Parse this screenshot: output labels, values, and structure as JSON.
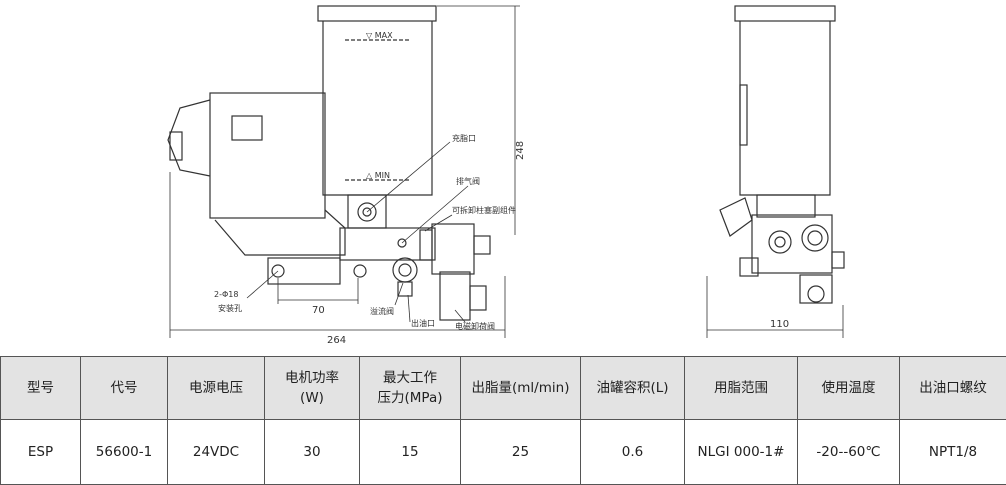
{
  "drawing": {
    "front": {
      "level_max": "▽ MAX",
      "level_min": "△ MIN",
      "dim_height": "248",
      "dim_width": "264",
      "dim_mount_spacing": "70",
      "callouts": {
        "fill_port": "充脂口",
        "vent_valve": "排气阀",
        "detachable_plunger": "可拆卸柱塞副组件",
        "mount_holes_spec": "2-Φ18",
        "mount_holes": "安装孔",
        "overflow_valve": "溢流阀",
        "outlet": "出油口",
        "solenoid_valve": "电磁卸荷阀"
      }
    },
    "side": {
      "dim_width": "110"
    }
  },
  "table": {
    "headers": [
      "型号",
      "代号",
      "电源电压",
      "电机功率\n(W)",
      "最大工作\n压力(MPa)",
      "出脂量(ml/min)",
      "油罐容积(L)",
      "用脂范围",
      "使用温度",
      "出油口螺纹"
    ],
    "rows": [
      [
        "ESP",
        "56600-1",
        "24VDC",
        "30",
        "15",
        "25",
        "0.6",
        "NLGI 000-1#",
        "-20--60℃",
        "NPT1/8"
      ]
    ]
  }
}
